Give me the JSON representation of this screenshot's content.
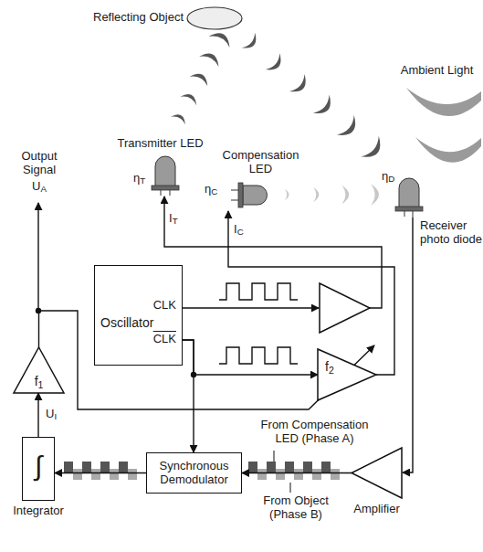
{
  "diagram": {
    "nodes": [
      {
        "text": [
          "CLK",
          "Oscillator",
          "CLK"
        ]
      },
      {
        "text": [
          "f1"
        ]
      },
      {
        "text": [
          "f2"
        ]
      },
      {
        "text": [
          "∫",
          "Integrator"
        ]
      },
      {
        "text": [
          "Synchronous Demodulator"
        ]
      },
      {
        "text": [
          "Amplifier"
        ]
      }
    ],
    "edges": [
      {
        "from": 0,
        "to": 2,
        "arrow": "to"
      },
      {
        "from": 0,
        "to": 4,
        "arrow": "to"
      },
      {
        "from": 1,
        "to": 2,
        "arrow": "to"
      },
      {
        "from": 3,
        "to": 1,
        "arrow": "to"
      },
      {
        "from": 4,
        "to": 3,
        "arrow": "to"
      },
      {
        "from": 5,
        "to": 4,
        "arrow": "to"
      }
    ],
    "labels": [
      "Reflecting Object",
      "Ambient Light",
      "Transmitter LED",
      "ηT",
      "IT",
      "Compensation LED",
      "ηC",
      "IC",
      "ηD",
      "Receiver photo diode",
      "Output Signal",
      "UA",
      "UI",
      "From Compensation LED (Phase A)",
      "From Object (Phase B)"
    ]
  }
}
